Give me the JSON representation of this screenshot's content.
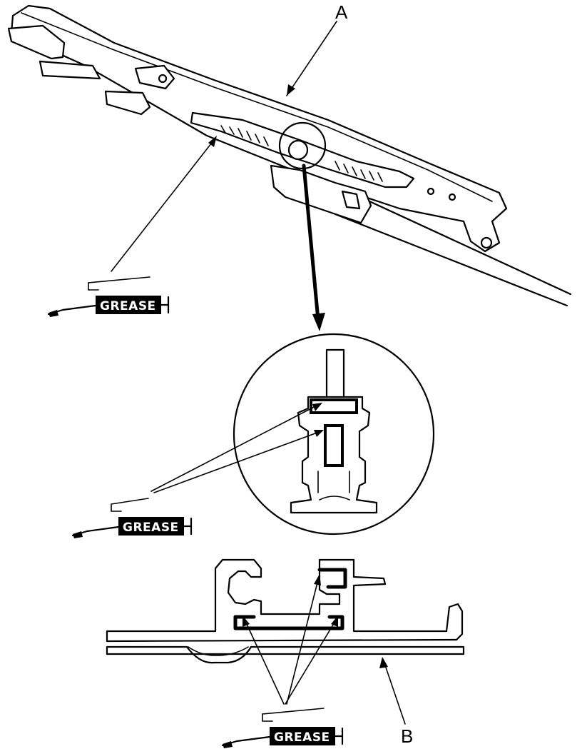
{
  "labels": {
    "part_a": "A",
    "part_b": "B"
  },
  "grease_symbols": [
    {
      "text": "GREASE"
    },
    {
      "text": "GREASE"
    },
    {
      "text": "GREASE"
    }
  ],
  "icons": [
    "grease-tube-icon"
  ],
  "colors": {
    "ink": "#000000",
    "paper": "#ffffff"
  }
}
